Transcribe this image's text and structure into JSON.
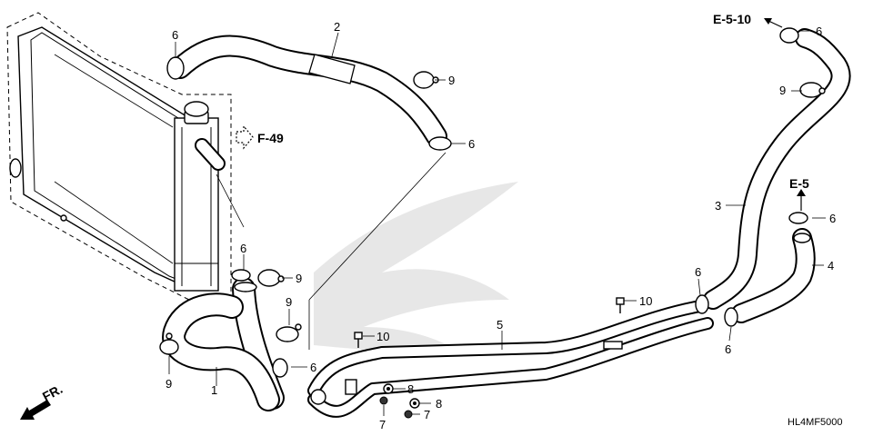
{
  "refs": {
    "e510": "E-5-10",
    "e5": "E-5",
    "f49": "F-49"
  },
  "part_labels": {
    "p1": "1",
    "p2": "2",
    "p3": "3",
    "p4": "4",
    "p5": "5",
    "p6a": "6",
    "p6b": "6",
    "p6c": "6",
    "p6d": "6",
    "p6e": "6",
    "p6f": "6",
    "p6g": "6",
    "p6h": "6",
    "p7a": "7",
    "p7b": "7",
    "p8a": "8",
    "p8b": "8",
    "p9a": "9",
    "p9b": "9",
    "p9c": "9",
    "p9d": "9",
    "p9e": "9",
    "p10a": "10",
    "p10b": "10"
  },
  "front_indicator": "FR.",
  "diagram_code": "HL4MF5000",
  "icons": {
    "front": "arrow-front-icon",
    "reference": "reference-arrow-icon"
  }
}
